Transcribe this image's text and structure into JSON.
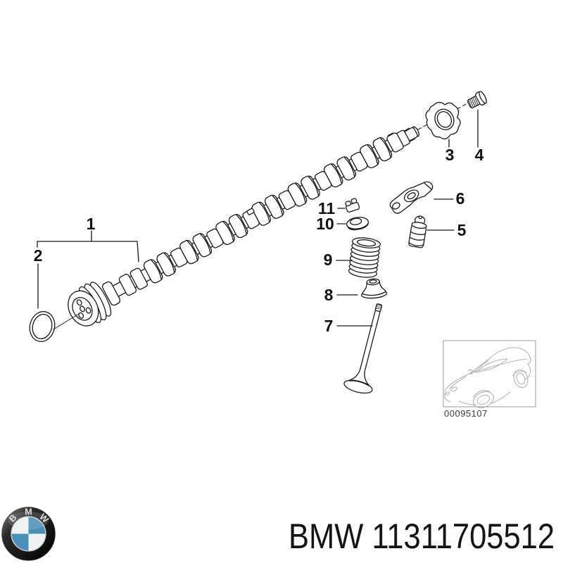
{
  "diagram": {
    "description_visible_text_only": "exploded parts drawing with numbered callouts",
    "callouts": [
      "1",
      "2",
      "3",
      "4",
      "5",
      "6",
      "7",
      "8",
      "9",
      "10",
      "11"
    ],
    "image_code": "00095107",
    "line_color": "#1a1a1a",
    "car_line_color": "#b5b5b5"
  },
  "footer": {
    "part_label": "BMW 11311705512"
  },
  "logo": {
    "letters": [
      "B",
      "M",
      "W"
    ],
    "colors": {
      "blue": "#4a8fb5",
      "black": "#0a0a0a",
      "white": "#eef2f3"
    }
  }
}
